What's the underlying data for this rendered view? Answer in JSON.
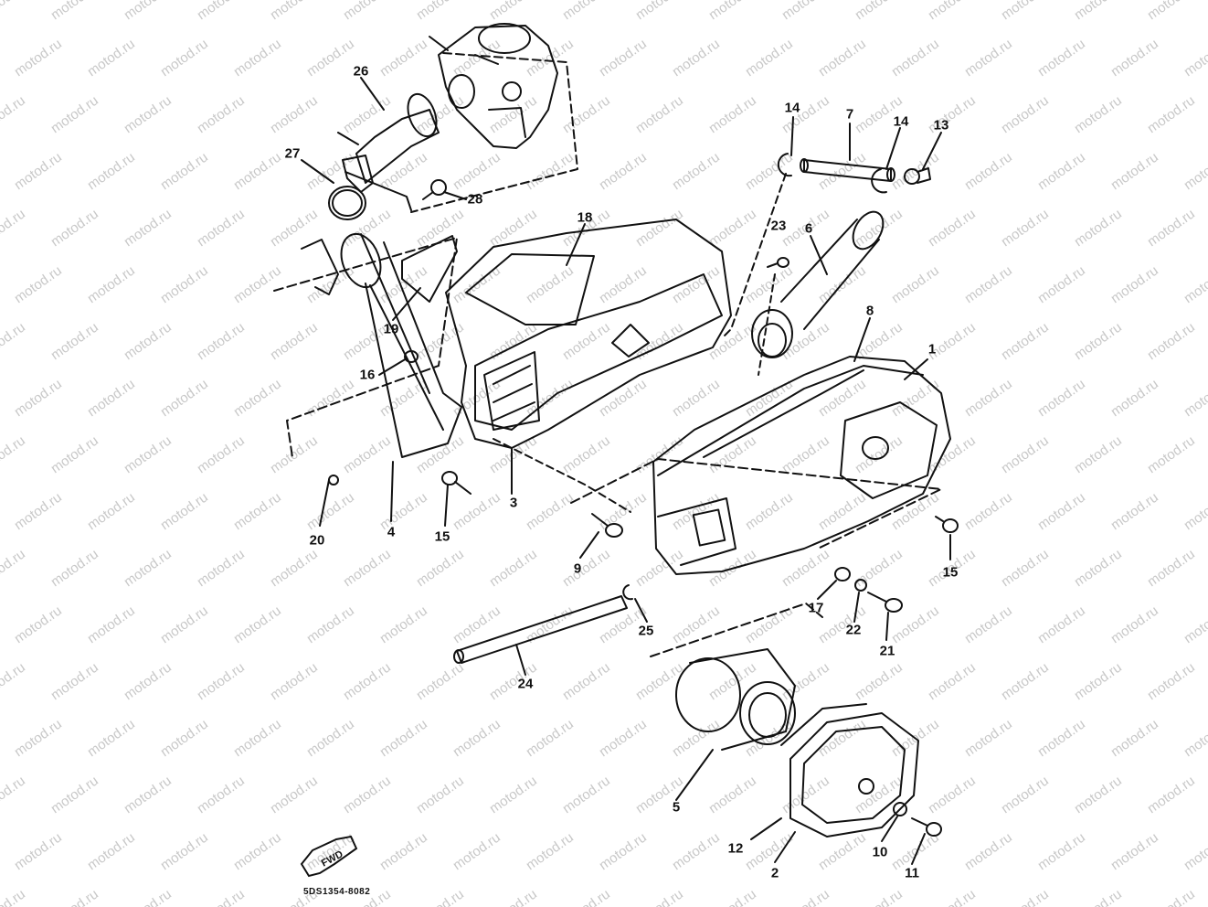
{
  "watermark": "motod.ru",
  "diagram_code": "5DS1354-8082",
  "fwd_label": "FWD",
  "colors": {
    "line": "#111111",
    "watermark": "#c8c8c8",
    "background": "#ffffff"
  },
  "callouts": [
    "1",
    "2",
    "3",
    "4",
    "5",
    "6",
    "7",
    "8",
    "9",
    "10",
    "11",
    "12",
    "13",
    "14",
    "14",
    "15",
    "15",
    "16",
    "17",
    "18",
    "19",
    "20",
    "21",
    "22",
    "23",
    "24",
    "25",
    "26",
    "27",
    "28"
  ]
}
